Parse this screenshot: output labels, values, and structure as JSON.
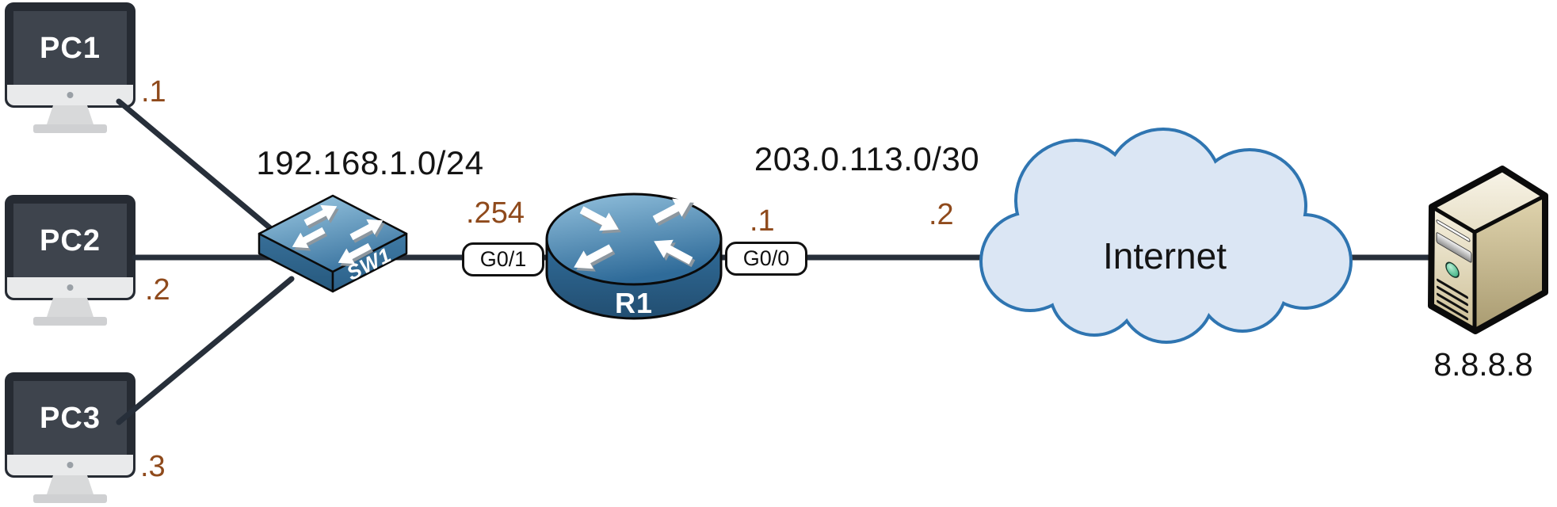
{
  "lan": {
    "network_label": "192.168.1.0/24",
    "pcs": [
      {
        "name": "PC1",
        "ip_suffix": ".1"
      },
      {
        "name": "PC2",
        "ip_suffix": ".2"
      },
      {
        "name": "PC3",
        "ip_suffix": ".3"
      }
    ],
    "switch": {
      "name": "SW1"
    }
  },
  "router": {
    "name": "R1",
    "lan_interface": {
      "label": "G0/1",
      "ip_suffix": ".254"
    },
    "wan_interface": {
      "label": "G0/0",
      "ip_suffix": ".1"
    }
  },
  "wan": {
    "network_label": "203.0.113.0/30",
    "far_end_ip_suffix": ".2",
    "cloud_label": "Internet",
    "server": {
      "ip": "8.8.8.8"
    }
  },
  "icons": {
    "pc": "desktop-monitor-icon",
    "switch": "cisco-switch-icon",
    "router": "cisco-router-icon",
    "cloud": "internet-cloud-icon",
    "server": "server-tower-icon"
  },
  "colors": {
    "ip_label": "#8f4a1c",
    "link_line": "#272f3a",
    "network_label_text": "#141414",
    "device_blue": "#3c78a4",
    "cloud_fill": "#dbe6f4",
    "cloud_stroke": "#2f75b1",
    "server_beige": "#d5c9a3"
  }
}
